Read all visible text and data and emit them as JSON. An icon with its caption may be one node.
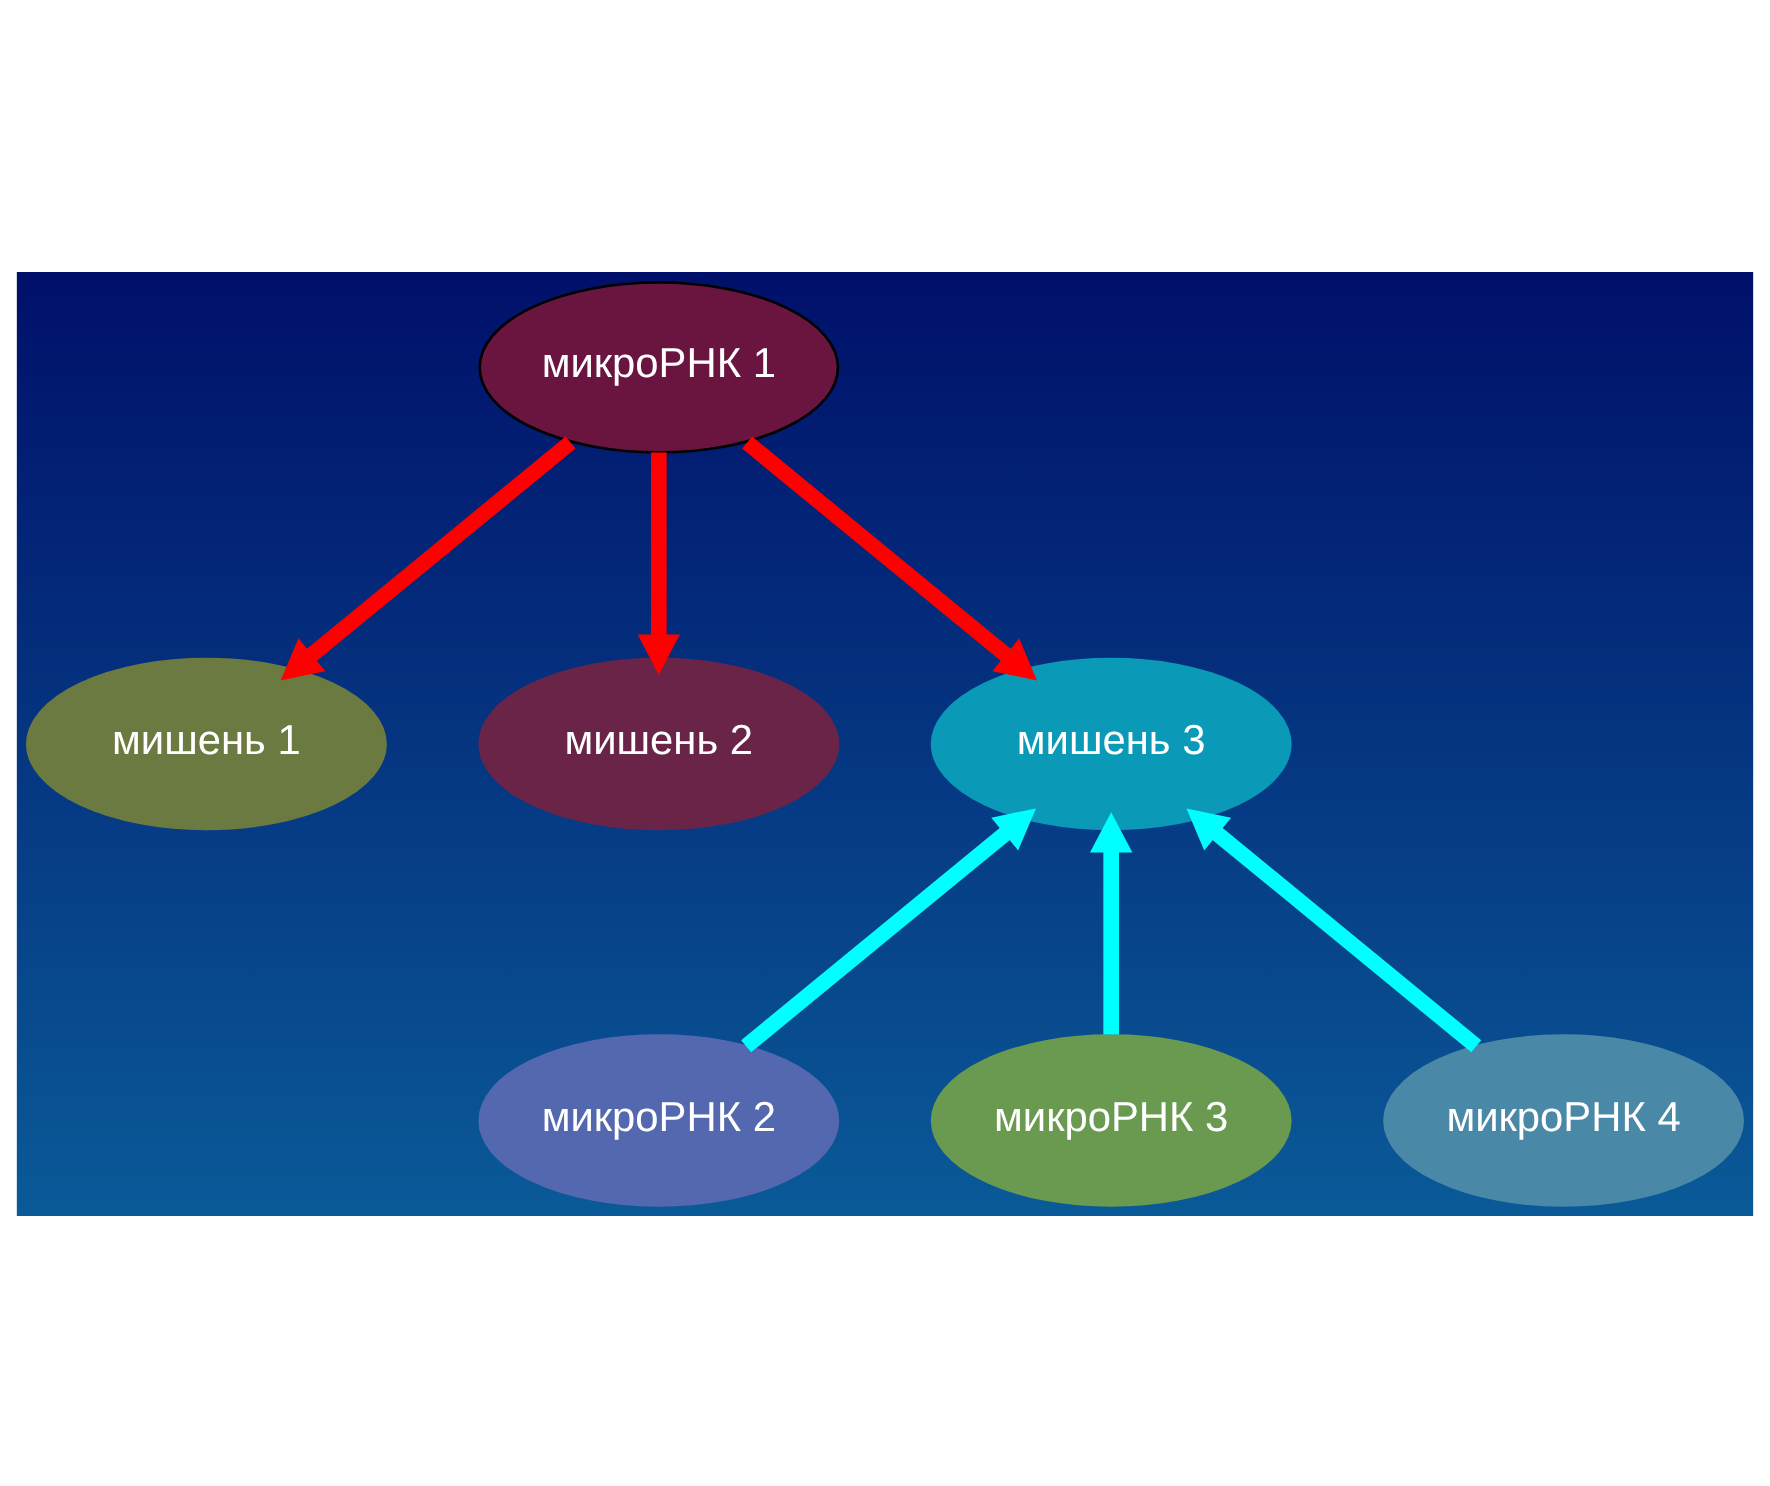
{
  "diagram": {
    "nodes": [
      {
        "text": [
          "микроРНК 1"
        ]
      },
      {
        "text": [
          "мишень 1"
        ]
      },
      {
        "text": [
          "мишень 2"
        ]
      },
      {
        "text": [
          "мишень 3"
        ]
      },
      {
        "text": [
          "микроРНК 2"
        ]
      },
      {
        "text": [
          "микроРНК 3"
        ]
      },
      {
        "text": [
          "микроРНК 4"
        ]
      }
    ],
    "edges": [
      {
        "from": 0,
        "to": 1,
        "arrow": "to",
        "color": "#ff0000"
      },
      {
        "from": 0,
        "to": 2,
        "arrow": "to",
        "color": "#ff0000"
      },
      {
        "from": 0,
        "to": 3,
        "arrow": "to",
        "color": "#ff0000"
      },
      {
        "from": 4,
        "to": 3,
        "arrow": "to",
        "color": "#00ffff"
      },
      {
        "from": 5,
        "to": 3,
        "arrow": "to",
        "color": "#00ffff"
      },
      {
        "from": 6,
        "to": 3,
        "arrow": "to",
        "color": "#00ffff"
      }
    ]
  }
}
